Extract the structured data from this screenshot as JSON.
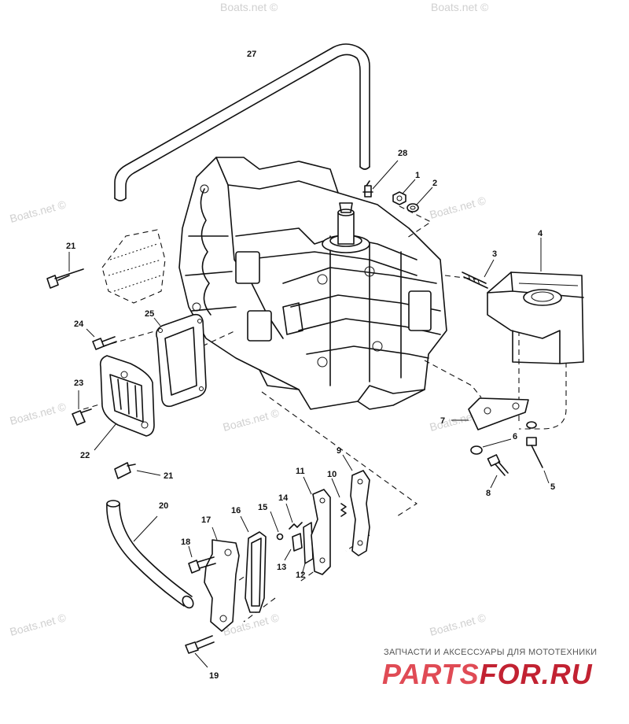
{
  "watermark": "Boats.net ©",
  "callouts": {
    "c1": "1",
    "c2": "2",
    "c3": "3",
    "c4": "4",
    "c5": "5",
    "c6": "6",
    "c7": "7",
    "c8": "8",
    "c9": "9",
    "c10": "10",
    "c11": "11",
    "c12": "12",
    "c13": "13",
    "c14": "14",
    "c15": "15",
    "c16": "16",
    "c17": "17",
    "c18": "18",
    "c19": "19",
    "c20": "20",
    "c21a": "21",
    "c21b": "21",
    "c22": "22",
    "c23": "23",
    "c24": "24",
    "c25": "25",
    "c27": "27",
    "c28": "28"
  },
  "footer": {
    "tagline": "ЗАПЧАСТИ И АКСЕССУАРЫ ДЛЯ МОТОТЕХНИКИ",
    "logo_part1": "PARTS",
    "logo_part2": "FOR.RU"
  },
  "colors": {
    "logo_light": "#e04b55",
    "logo_dark": "#c22232",
    "watermark": "#d0d0d0"
  }
}
